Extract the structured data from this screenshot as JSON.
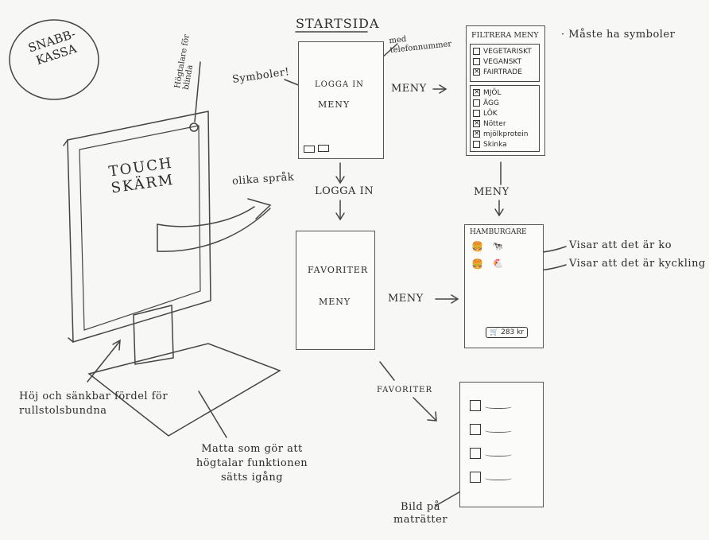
{
  "title_circle": {
    "line1": "SNABB-",
    "line2": "KASSA"
  },
  "kiosk": {
    "screen_line1": "TOUCH",
    "screen_line2": "SKÄRM",
    "speaker_note": "Högtalare för blinda",
    "languages_note": "olika språk",
    "stand_note": "Höj och sänkbar fördel för rullstolsbundna",
    "mat_note": "Matta som gör att högtalar funktionen sätts igång"
  },
  "startsida": {
    "heading": "STARTSIDA",
    "symbols_note": "Symboler!",
    "phone_note": "med telefonnummer",
    "login": "LOGGA IN",
    "menu": "MENY"
  },
  "arrows": {
    "meny1": "MENY",
    "logga_in": "LOGGA IN",
    "meny2": "MENY",
    "meny3": "MENY",
    "favoriter": "FAVORITER"
  },
  "logged_in_screen": {
    "favorites": "FAVORITER",
    "menu": "MENY"
  },
  "filter_screen": {
    "title": "FILTRERA MENY",
    "note": "Måste ha symboler",
    "group1": [
      {
        "label": "VEGETARISKT",
        "checked": false
      },
      {
        "label": "VEGANSKT",
        "checked": false
      },
      {
        "label": "FAIRTRADE",
        "checked": true
      }
    ],
    "group2": [
      {
        "label": "MJÖL",
        "checked": true
      },
      {
        "label": "ÄGG",
        "checked": false
      },
      {
        "label": "LÖK",
        "checked": false
      },
      {
        "label": "Nötter",
        "checked": true
      },
      {
        "label": "mjölkprotein",
        "checked": true
      },
      {
        "label": "Skinka",
        "checked": false
      }
    ]
  },
  "menu_screen": {
    "title": "HAMBURGARE",
    "note_cow": "Visar att det är ko",
    "note_chicken": "Visar att det är kyckling",
    "cart": "283 kr"
  },
  "favorites_screen": {
    "note": "Bild på maträtter"
  }
}
